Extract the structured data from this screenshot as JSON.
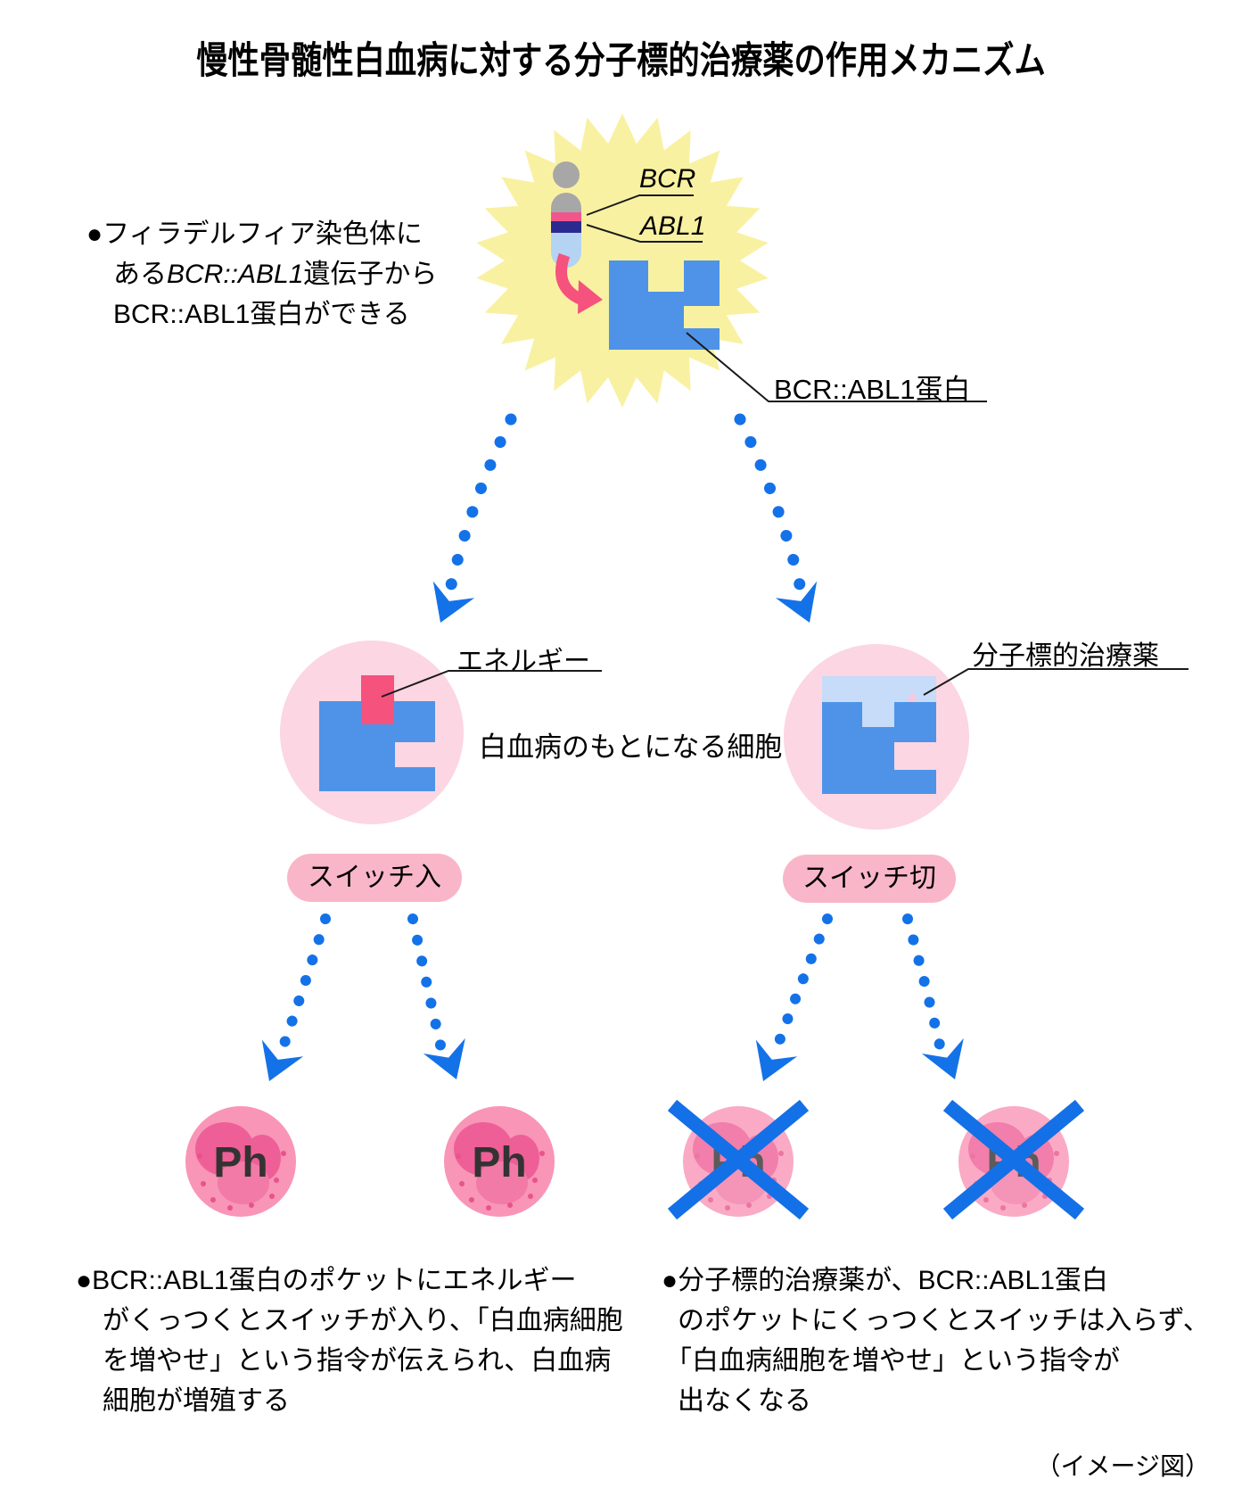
{
  "title": "慢性骨髄性白血病に対する分子標的治療薬の作用メカニズム",
  "intro_note": {
    "line1": "●フィラデルフィア染色体に",
    "line2_pre": "ある",
    "line2_gene": "BCR::ABL1",
    "line2_post": "遺伝子から",
    "line3": "BCR::ABL1蛋白ができる"
  },
  "labels": {
    "bcr_gene": "BCR",
    "abl1_gene": "ABL1",
    "fusion_protein": "BCR::ABL1蛋白",
    "energy": "エネルギー",
    "drug": "分子標的治療薬",
    "cell_caption": "白血病のもとになる細胞",
    "switch_on": "スイッチ入",
    "switch_off": "スイッチ切",
    "ph": "Ph"
  },
  "notes": {
    "left_lines": [
      "●BCR::ABL1蛋白のポケットにエネルギー",
      "がくっつくとスイッチが入り、「白血病細胞",
      "を増やせ」という指令が伝えられ、白血病",
      "細胞が増殖する"
    ],
    "right_lines": [
      "●分子標的治療薬が、BCR::ABL1蛋白",
      "のポケットにくっつくとスイッチは入らず、",
      "「白血病細胞を増やせ」という指令が",
      "出なくなる"
    ]
  },
  "footer_caption": "（イメージ図）",
  "colors": {
    "starburst_yellow": "#f9f1a2",
    "protein_blue": "#4e93e8",
    "drug_light_blue": "#c6dcf8",
    "cell_pink": "#fcd6e2",
    "energy_pink": "#f5527e",
    "badge_pink": "#f9b6c8",
    "ph_cell_pink": "#f995b7",
    "ph_nucleus_pink": "#ee5f97",
    "arrow_blue": "#1472e8",
    "cross_blue": "#1470e6",
    "chromosome_gray": "#a7a7a7",
    "bcr_stripe_pink": "#f0568c",
    "abl1_stripe_navy": "#2b2b8f",
    "chromosome_light_blue": "#b5d3f2"
  }
}
